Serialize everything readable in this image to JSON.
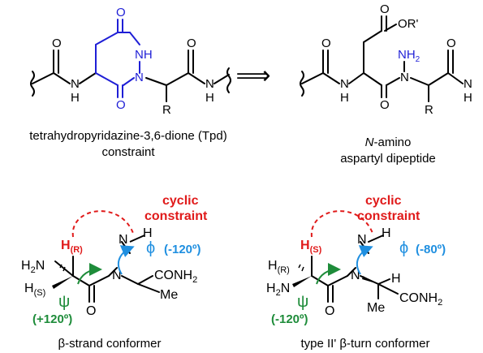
{
  "colors": {
    "bond": "#000000",
    "ring": "#1f1fd6",
    "red": "#e01a1a",
    "blue": "#1f8fe0",
    "green": "#1e8c3a"
  },
  "top_left": {
    "atoms": {
      "O1": "O",
      "O2": "O",
      "O3": "O",
      "NH_ring": "NH",
      "N_ring": "N",
      "NH_left": "N",
      "H_left": "H",
      "NH_right": "N",
      "H_right": "H",
      "R": "R"
    },
    "caption_line1": "tetrahydropyridazine-3,6-dione (Tpd)",
    "caption_line2": "constraint"
  },
  "arrow": "⟹",
  "top_right": {
    "atoms": {
      "O_ester": "O",
      "OR": "OR'",
      "NH2": "NH",
      "NH2_sub": "2",
      "N_mid": "N",
      "O1": "O",
      "O2": "O",
      "O3": "O",
      "NH_left": "N",
      "H_left": "H",
      "NH_right": "N",
      "H_right": "H",
      "R": "R"
    },
    "caption_italic": "N",
    "caption_line1_rest": "-amino",
    "caption_line2": "aspartyl dipeptide"
  },
  "bottom_left": {
    "cyclic_line1": "cyclic",
    "cyclic_line2": "constraint",
    "H": "H",
    "H_sub": "(R)",
    "N1": "N",
    "N1_H": "H",
    "N2": "N",
    "phi": "ϕ",
    "phi_value": "(-120º)",
    "H2N": "H",
    "H2N_2": "2",
    "H2N_N": "N",
    "HS": "H",
    "HS_sub": "(S)",
    "psi": "ψ",
    "psi_value": "(+120º)",
    "O": "O",
    "CONH2": "CONH",
    "CONH2_sub": "2",
    "Me": "Me",
    "caption": "β-strand conformer"
  },
  "bottom_right": {
    "cyclic_line1": "cyclic",
    "cyclic_line2": "constraint",
    "H": "H",
    "H_sub": "(S)",
    "N1": "N",
    "N1_H": "H",
    "N2": "N",
    "phi": "ϕ",
    "phi_value": "(-80º)",
    "HR": "H",
    "HR_sub": "(R)",
    "H2N": "H",
    "H2N_2": "2",
    "H2N_N": "N",
    "Hc": "H",
    "psi": "ψ",
    "psi_value": "(-120º)",
    "O": "O",
    "Me": "Me",
    "CONH2": "CONH",
    "CONH2_sub": "2",
    "caption": "type II' β-turn conformer"
  }
}
